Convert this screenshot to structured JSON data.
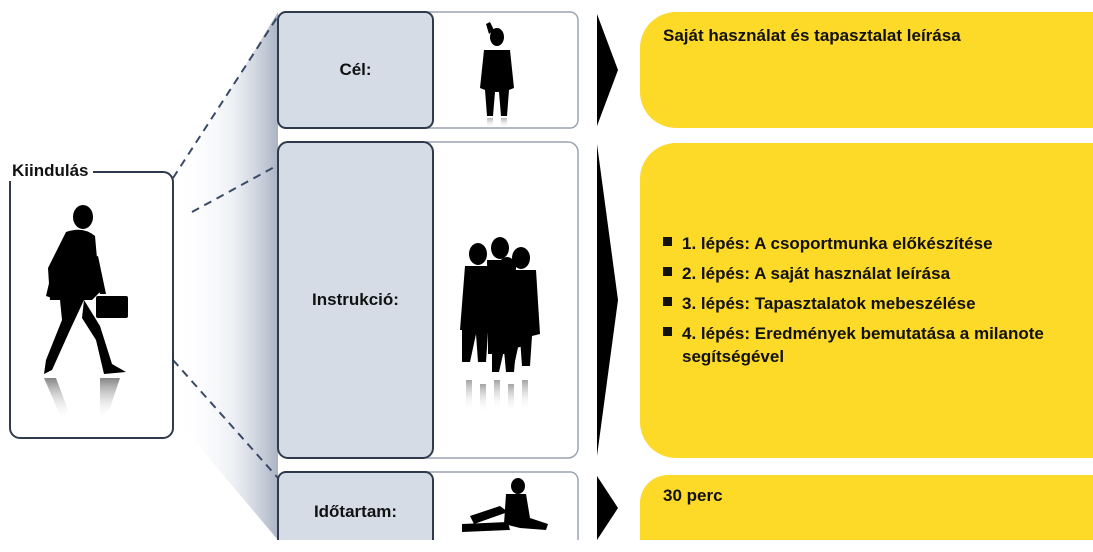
{
  "start": {
    "label": "Kiindulás"
  },
  "rows": [
    {
      "label": "Cél:",
      "text": "Saját használat és tapasztalat leírása"
    },
    {
      "label": "Instrukció:",
      "steps": [
        "1. lépés: A csoportmunka  előkészítése",
        "2. lépés: A saját használat leírása",
        "3. lépés: Tapasztalatok mebeszélése",
        "4. lépés: Eredmények bemutatása a milanote segítségével"
      ]
    },
    {
      "label": "Időtartam:",
      "text": "30 perc"
    }
  ],
  "colors": {
    "accent": "#fdd928",
    "label_box": "#d5dce6",
    "border": "#2f3b4c"
  }
}
